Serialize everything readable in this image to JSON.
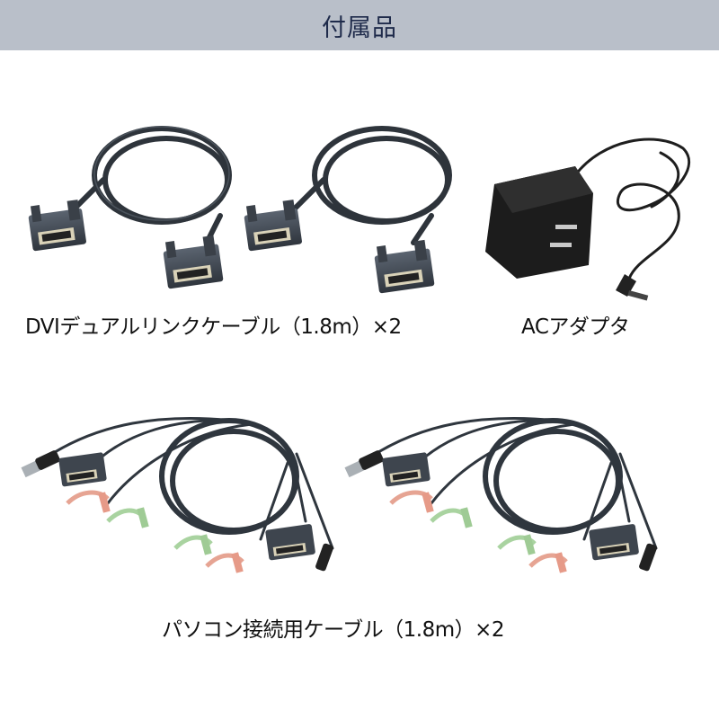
{
  "header": {
    "title": "付属品",
    "background_color": "#b9bfc9",
    "text_color": "#1f2b4b"
  },
  "items": [
    {
      "name": "DVI dual-link cable",
      "image": "dvi-dual-link-cable-image",
      "caption": "DVIデュアルリンクケーブル（1.8m）×2"
    },
    {
      "name": "AC adapter",
      "image": "ac-adapter-image",
      "caption": "ACアダプタ"
    },
    {
      "name": "PC connection cable",
      "image": "pc-connection-cable-image",
      "caption": "パソコン接続用ケーブル（1.8m）×2"
    }
  ]
}
